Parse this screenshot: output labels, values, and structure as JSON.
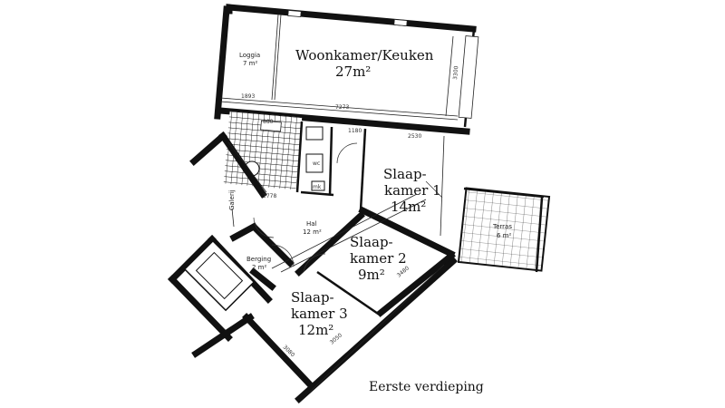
{
  "rooms": {
    "woonkamer_name": "Woonkamer/Keuken",
    "woonkamer_area": "27m²",
    "slaapkamer1_line1": "Slaap-",
    "slaapkamer1_line2": "kamer 1",
    "slaapkamer1_area": "14m²",
    "slaapkamer2_line1": "Slaap-",
    "slaapkamer2_line2": "kamer 2",
    "slaapkamer2_area": "9m²",
    "slaapkamer3_line1": "Slaap-",
    "slaapkamer3_line2": "kamer 3",
    "slaapkamer3_area": "12m²",
    "loggia_name": "Loggia",
    "loggia_area": "7 m²",
    "hal_name": "Hal",
    "hal_area": "12 m²",
    "berging_name": "Berging",
    "berging_area": "2 m²",
    "terras_name": "Terras",
    "terras_area": "6 m²",
    "galerij_name": "Galerij",
    "wc_name": "wc",
    "mk_name": "mk"
  },
  "dimensions": {
    "d1": "1893",
    "d2": "7273",
    "d3": "3300",
    "d4": "1180",
    "d5": "2530",
    "d6": "2778",
    "d7": "3480",
    "d8": "3080",
    "d9": "3050",
    "d10": "880"
  },
  "caption": "Eerste verdieping"
}
